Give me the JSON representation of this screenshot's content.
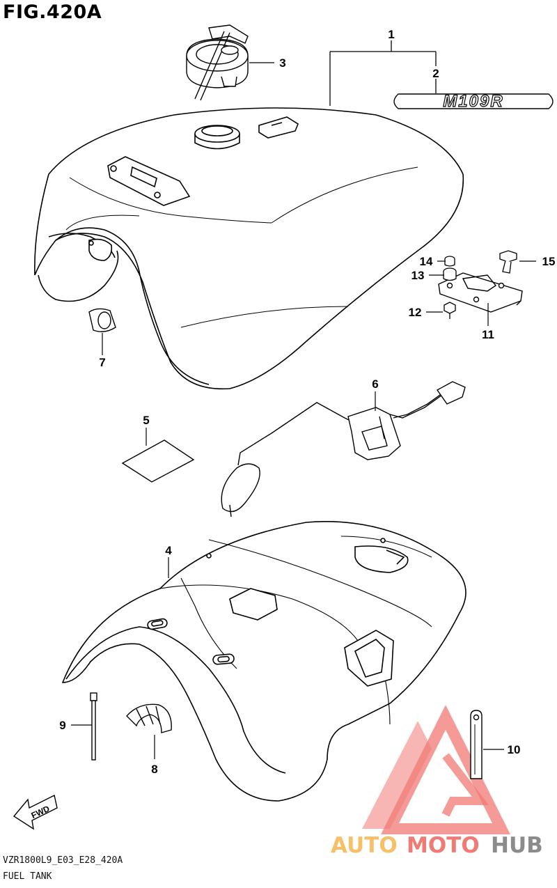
{
  "figure": {
    "title": "FIG.420A"
  },
  "footer": {
    "code": "VZR1800L9_E03_E28_420A",
    "name": "FUEL TANK"
  },
  "badge": {
    "text": "M109R"
  },
  "fwd": {
    "text": "FWD"
  },
  "watermark": {
    "part1": "AUTO",
    "part2": "MOTO",
    "part3": "HUB",
    "color_red": "#f07a74",
    "color_orange": "#f5c068",
    "color_grey": "#8c8c8c"
  },
  "callouts": [
    {
      "id": "1",
      "part": "fuel-tank-assembly"
    },
    {
      "id": "2",
      "part": "emblem"
    },
    {
      "id": "3",
      "part": "fuel-cap"
    },
    {
      "id": "4",
      "part": "tank-cover-heat-shield"
    },
    {
      "id": "5",
      "part": "label"
    },
    {
      "id": "6",
      "part": "fuel-level-gauge"
    },
    {
      "id": "7",
      "part": "cushion"
    },
    {
      "id": "8",
      "part": "grommet"
    },
    {
      "id": "9",
      "part": "cable-tie"
    },
    {
      "id": "10",
      "part": "clamp"
    },
    {
      "id": "11",
      "part": "bracket"
    },
    {
      "id": "12",
      "part": "bolt"
    },
    {
      "id": "13",
      "part": "cushion"
    },
    {
      "id": "14",
      "part": "collar"
    },
    {
      "id": "15",
      "part": "bolt"
    }
  ]
}
